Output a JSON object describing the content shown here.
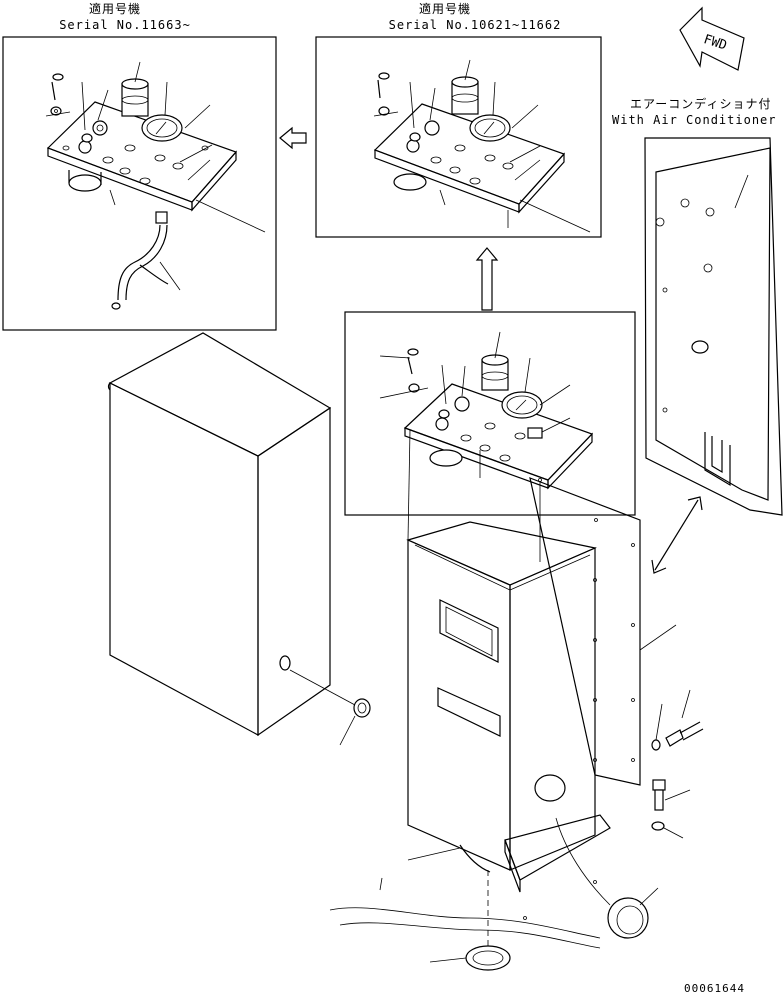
{
  "callouts": {
    "left_header_jp": "適用号機",
    "left_header_serial": "Serial No.11663~",
    "mid_header_jp": "適用号機",
    "mid_header_serial": "Serial No.10621~11662",
    "aircon_jp": "エアーコンディショナ付",
    "aircon_en": "With Air Conditioner",
    "fwd": "FWD"
  },
  "drawing_number": "00061644"
}
